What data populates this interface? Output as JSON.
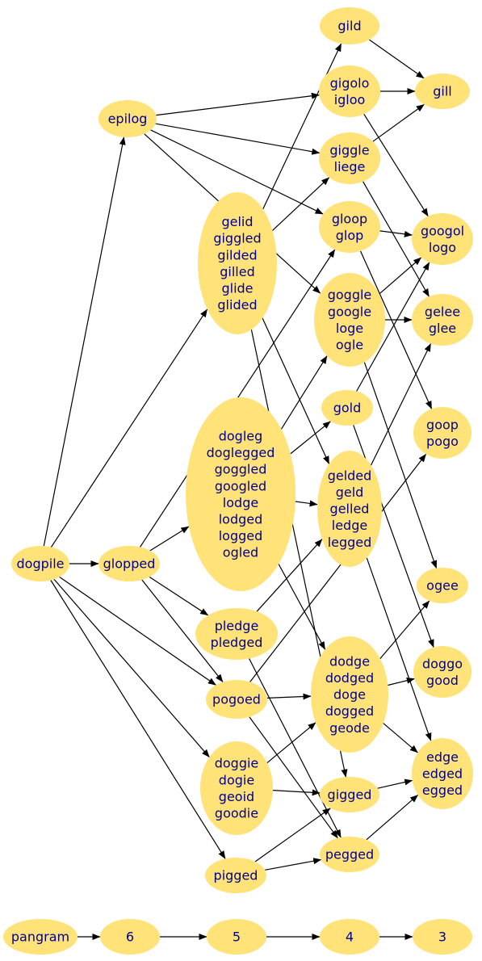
{
  "nodes": [
    {
      "id": "dogpile",
      "lines": [
        "dogpile"
      ]
    },
    {
      "id": "glopped",
      "lines": [
        "glopped"
      ]
    },
    {
      "id": "epilog",
      "lines": [
        "epilog"
      ]
    },
    {
      "id": "gelid",
      "lines": [
        "gelid",
        "giggled",
        "gilded",
        "gilled",
        "glide",
        "glided"
      ]
    },
    {
      "id": "dogleg",
      "lines": [
        "dogleg",
        "doglegged",
        "goggled",
        "googled",
        "lodge",
        "lodged",
        "logged",
        "ogled"
      ]
    },
    {
      "id": "pledge",
      "lines": [
        "pledge",
        "pledged"
      ]
    },
    {
      "id": "pogoed",
      "lines": [
        "pogoed"
      ]
    },
    {
      "id": "doggie",
      "lines": [
        "doggie",
        "dogie",
        "geoid",
        "goodie"
      ]
    },
    {
      "id": "pigged",
      "lines": [
        "pigged"
      ]
    },
    {
      "id": "gild",
      "lines": [
        "gild"
      ]
    },
    {
      "id": "gigolo",
      "lines": [
        "gigolo",
        "igloo"
      ]
    },
    {
      "id": "giggle",
      "lines": [
        "giggle",
        "liege"
      ]
    },
    {
      "id": "gloop",
      "lines": [
        "gloop",
        "glop"
      ]
    },
    {
      "id": "goggle",
      "lines": [
        "goggle",
        "google",
        "loge",
        "ogle"
      ]
    },
    {
      "id": "gold",
      "lines": [
        "gold"
      ]
    },
    {
      "id": "gelded",
      "lines": [
        "gelded",
        "geld",
        "gelled",
        "ledge",
        "legged"
      ]
    },
    {
      "id": "dodge",
      "lines": [
        "dodge",
        "dodged",
        "doge",
        "dogged",
        "geode"
      ]
    },
    {
      "id": "gigged",
      "lines": [
        "gigged"
      ]
    },
    {
      "id": "pegged",
      "lines": [
        "pegged"
      ]
    },
    {
      "id": "gill",
      "lines": [
        "gill"
      ]
    },
    {
      "id": "googol",
      "lines": [
        "googol",
        "logo"
      ]
    },
    {
      "id": "gelee",
      "lines": [
        "gelee",
        "glee"
      ]
    },
    {
      "id": "goop",
      "lines": [
        "goop",
        "pogo"
      ]
    },
    {
      "id": "ogee",
      "lines": [
        "ogee"
      ]
    },
    {
      "id": "doggo",
      "lines": [
        "doggo",
        "good"
      ]
    },
    {
      "id": "edge",
      "lines": [
        "edge",
        "edged",
        "egged"
      ]
    },
    {
      "id": "pangram",
      "lines": [
        "pangram"
      ]
    },
    {
      "id": "r6",
      "lines": [
        "6"
      ]
    },
    {
      "id": "r5",
      "lines": [
        "5"
      ]
    },
    {
      "id": "r4",
      "lines": [
        "4"
      ]
    },
    {
      "id": "r3",
      "lines": [
        "3"
      ]
    }
  ],
  "edges": [
    [
      "dogpile",
      "glopped"
    ],
    [
      "dogpile",
      "epilog"
    ],
    [
      "dogpile",
      "gelid"
    ],
    [
      "dogpile",
      "doggie"
    ],
    [
      "dogpile",
      "pigged"
    ],
    [
      "dogpile",
      "pogoed"
    ],
    [
      "glopped",
      "dogleg"
    ],
    [
      "glopped",
      "pledge"
    ],
    [
      "glopped",
      "pogoed"
    ],
    [
      "glopped",
      "gloop"
    ],
    [
      "epilog",
      "gigolo"
    ],
    [
      "epilog",
      "giggle"
    ],
    [
      "epilog",
      "gloop"
    ],
    [
      "epilog",
      "goggle"
    ],
    [
      "gelid",
      "gild"
    ],
    [
      "gelid",
      "giggle"
    ],
    [
      "gelid",
      "gelded"
    ],
    [
      "gelid",
      "gigged"
    ],
    [
      "dogleg",
      "goggle"
    ],
    [
      "dogleg",
      "gold"
    ],
    [
      "dogleg",
      "gelded"
    ],
    [
      "dogleg",
      "dodge"
    ],
    [
      "pledge",
      "gelded"
    ],
    [
      "pledge",
      "pegged"
    ],
    [
      "pogoed",
      "goop"
    ],
    [
      "pogoed",
      "dodge"
    ],
    [
      "pogoed",
      "pegged"
    ],
    [
      "doggie",
      "dodge"
    ],
    [
      "doggie",
      "gigged"
    ],
    [
      "pigged",
      "gigged"
    ],
    [
      "pigged",
      "pegged"
    ],
    [
      "gild",
      "gill"
    ],
    [
      "gigolo",
      "gill"
    ],
    [
      "gigolo",
      "googol"
    ],
    [
      "giggle",
      "gill"
    ],
    [
      "giggle",
      "gelee"
    ],
    [
      "gloop",
      "googol"
    ],
    [
      "gloop",
      "goop"
    ],
    [
      "goggle",
      "googol"
    ],
    [
      "goggle",
      "gelee"
    ],
    [
      "goggle",
      "ogee"
    ],
    [
      "gold",
      "googol"
    ],
    [
      "gold",
      "doggo"
    ],
    [
      "gelded",
      "gelee"
    ],
    [
      "gelded",
      "edge"
    ],
    [
      "dodge",
      "ogee"
    ],
    [
      "dodge",
      "doggo"
    ],
    [
      "dodge",
      "edge"
    ],
    [
      "gigged",
      "edge"
    ],
    [
      "pegged",
      "edge"
    ],
    [
      "pangram",
      "r6"
    ],
    [
      "r6",
      "r5"
    ],
    [
      "r5",
      "r4"
    ],
    [
      "r4",
      "r3"
    ]
  ]
}
